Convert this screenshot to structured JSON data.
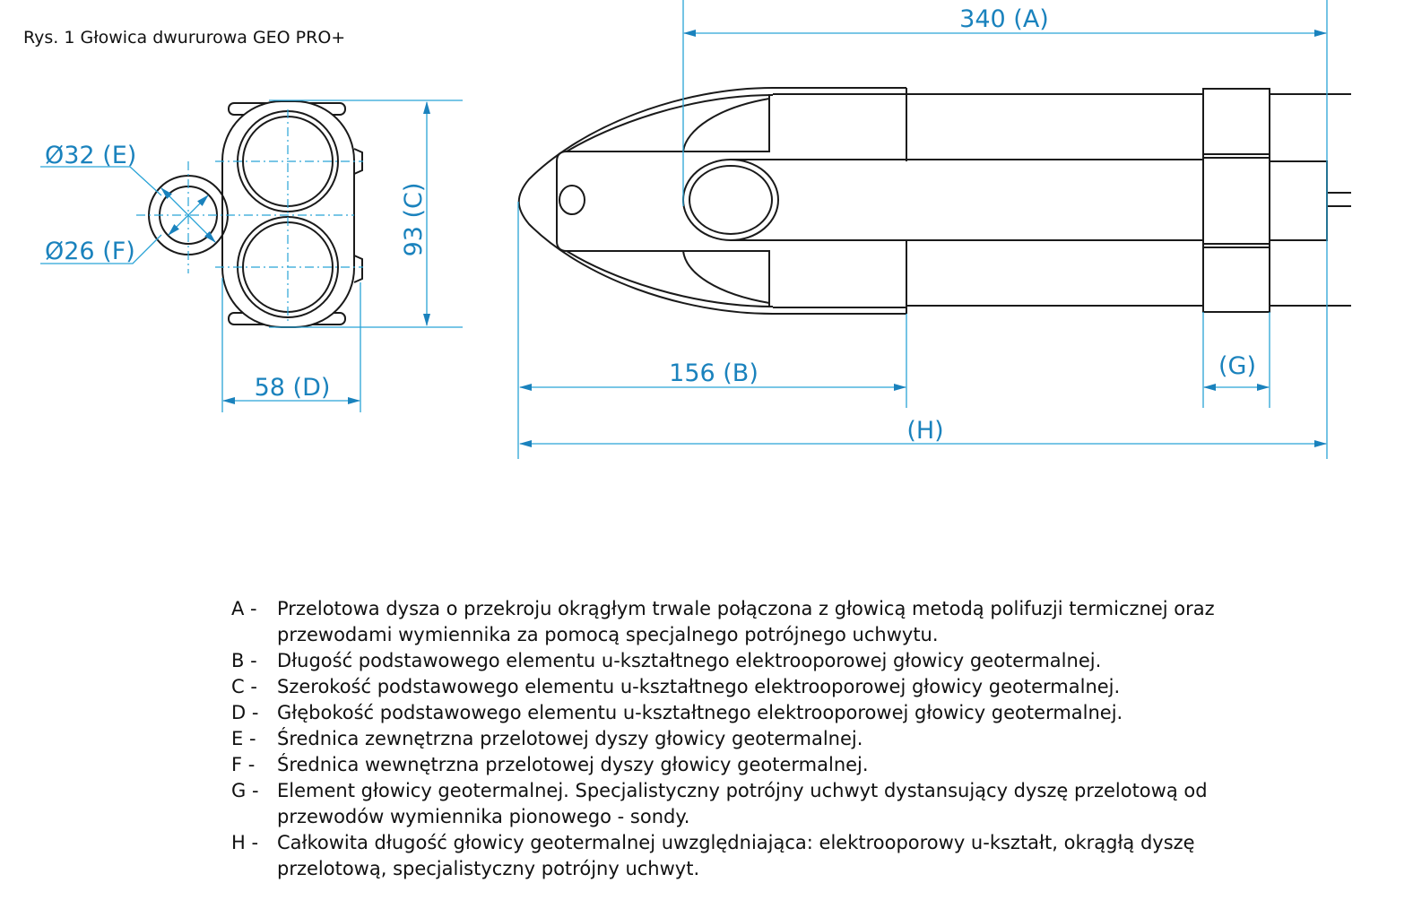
{
  "caption": "Rys. 1 Głowica dwururowa GEO PRO+",
  "dimensions": {
    "A": "340 (A)",
    "B": "156 (B)",
    "C": "93 (C)",
    "D": "58 (D)",
    "E": "Ø32 (E)",
    "F": "Ø26 (F)",
    "G": "(G)",
    "H": "(H)"
  },
  "legend": [
    {
      "key": "A -",
      "text": "Przelotowa dysza o przekroju okrągłym trwale połączona z głowicą metodą polifuzji termicznej oraz przewodami wymiennika za pomocą specjalnego potrójnego uchwytu."
    },
    {
      "key": "B -",
      "text": "Długość podstawowego elementu u-kształtnego elektrooporowej głowicy geotermalnej."
    },
    {
      "key": "C -",
      "text": "Szerokość podstawowego elementu u-kształtnego elektrooporowej głowicy geotermalnej."
    },
    {
      "key": "D -",
      "text": "Głębokość podstawowego elementu u-kształtnego elektrooporowej głowicy geotermalnej."
    },
    {
      "key": "E -",
      "text": "Średnica zewnętrzna przelotowej dyszy głowicy geotermalnej."
    },
    {
      "key": "F -",
      "text": "Średnica wewnętrzna przelotowej dyszy głowicy geotermalnej."
    },
    {
      "key": "G -",
      "text": "Element głowicy geotermalnej. Specjalistyczny potrójny uchwyt dystansujący dyszę przelotową od przewodów wymiennika pionowego - sondy."
    },
    {
      "key": "H -",
      "text": "Całkowita długość głowicy geotermalnej uwzględniająca: elektrooporowy u-kształt, okrągłą dyszę przelotową, specjalistyczny potrójny uchwyt."
    }
  ],
  "colors": {
    "dimension": "#1a82bd",
    "line": "#1a1a1a"
  }
}
